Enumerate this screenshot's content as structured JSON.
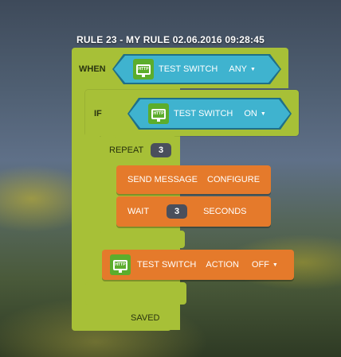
{
  "page": {
    "title": "RULE 23 - MY RULE 02.06.2016 09:28:45"
  },
  "when_block": {
    "label": "WHEN",
    "device": {
      "icon_text": "HTTP",
      "name": "TEST SWITCH",
      "value": "ANY"
    }
  },
  "if_block": {
    "label": "IF",
    "device": {
      "icon_text": "HTTP",
      "name": "TEST SWITCH",
      "value": "ON"
    }
  },
  "repeat_block": {
    "label": "REPEAT",
    "count": "3",
    "send_message": {
      "label": "SEND MESSAGE",
      "value": "CONFIGURE"
    },
    "wait": {
      "label": "WAIT",
      "count": "3",
      "unit": "SECONDS"
    }
  },
  "action_block": {
    "icon_text": "HTTP",
    "device_name": "TEST SWITCH",
    "action_label": "ACTION",
    "value": "OFF"
  },
  "status": {
    "saved": "SAVED"
  },
  "colors": {
    "event_green": "#a7c037",
    "action_orange": "#e57a2b",
    "device_blue": "#3fb3cf",
    "http_green": "#5cad2c"
  }
}
